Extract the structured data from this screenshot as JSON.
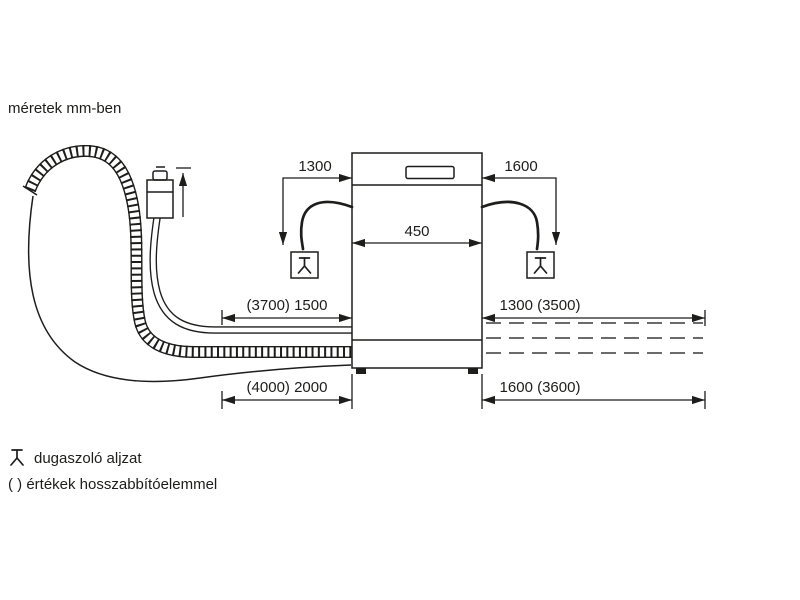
{
  "title": "méretek mm-ben",
  "appliance": {
    "width_label": "450"
  },
  "plug_left": {
    "distance": "1300"
  },
  "plug_right": {
    "distance": "1600"
  },
  "hose_dimensions": {
    "left_upper": "(3700) 1500",
    "left_lower": "(4000) 2000",
    "right_upper": "1300 (3500)",
    "right_lower": "1600 (3600)"
  },
  "legend": {
    "socket_label": "dugaszoló aljzat",
    "extension_label": "( ) értékek hosszabbítóelemmel"
  },
  "colors": {
    "line": "#1d1d1b",
    "background": "#ffffff"
  }
}
